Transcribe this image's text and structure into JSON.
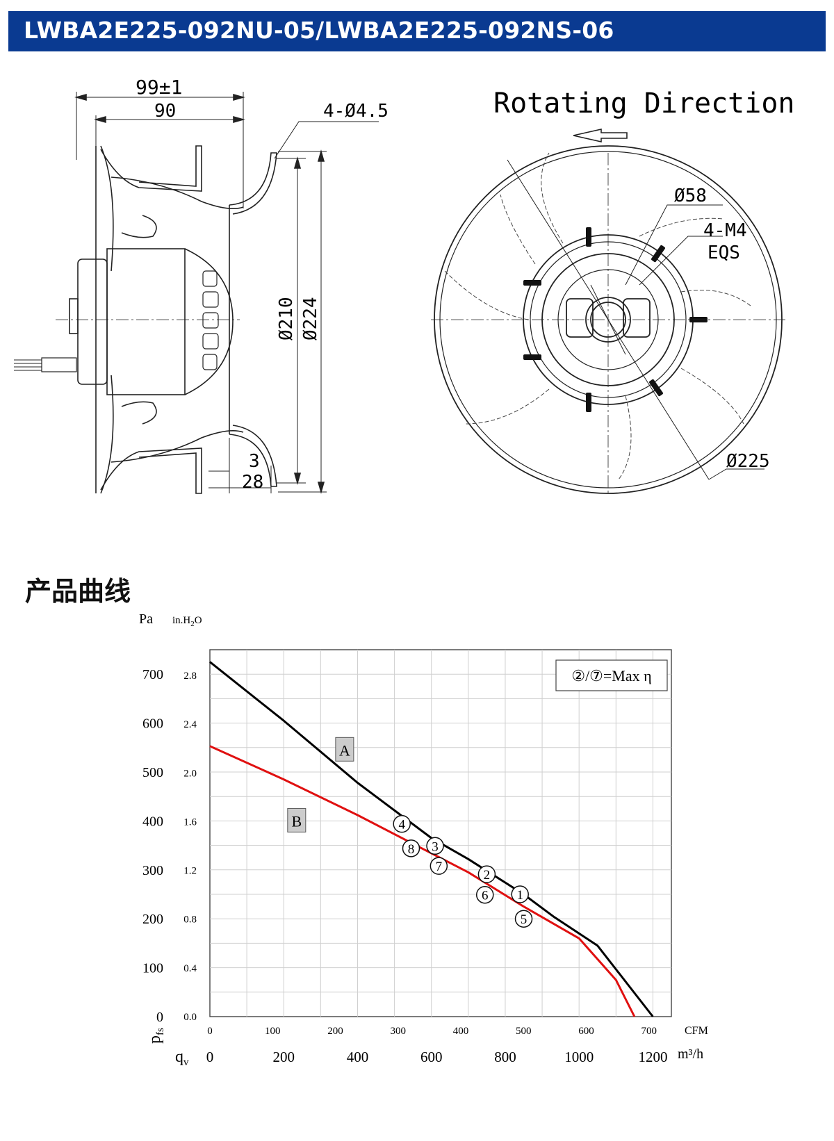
{
  "header": {
    "title": "LWBA2E225-092NU-05/LWBA2E225-092NS-06"
  },
  "drawing": {
    "side": {
      "dim_overall": "99±1",
      "dim_inner": "90",
      "dim_holes": "4-Ø4.5",
      "dim_d210": "Ø210",
      "dim_d224": "Ø224",
      "dim_3": "3",
      "dim_28": "28"
    },
    "front": {
      "rotating_direction": "Rotating Direction",
      "dim_d58": "Ø58",
      "dim_m4": "4-M4",
      "dim_eqs": "EQS",
      "dim_d225": "Ø225"
    }
  },
  "section": {
    "title": "产品曲线"
  },
  "chart_data": {
    "type": "line",
    "y_left_unit": "Pa",
    "y_right_unit": "in.H2O",
    "y_pa_ticks": [
      "0",
      "100",
      "200",
      "300",
      "400",
      "500",
      "600",
      "700"
    ],
    "y_inh2o_ticks": [
      "0.0",
      "0.4",
      "0.8",
      "1.2",
      "1.6",
      "2.0",
      "2.4",
      "2.8"
    ],
    "ylim_pa": [
      0,
      750
    ],
    "x_cfm_ticks": [
      "0",
      "100",
      "200",
      "300",
      "400",
      "500",
      "600",
      "700"
    ],
    "x_cfm_unit": "CFM",
    "x_m3h_ticks": [
      "0",
      "200",
      "400",
      "600",
      "800",
      "1000",
      "1200"
    ],
    "x_m3h_unit": "m³/h",
    "xlim_m3h": [
      0,
      1250
    ],
    "y_symbol": "p",
    "y_symbol_sub": "fs",
    "x_symbol": "q",
    "x_symbol_sub": "v",
    "legend_note": "②/⑦=Max η",
    "series": [
      {
        "name": "A",
        "color": "#000000",
        "x": [
          0,
          200,
          400,
          600,
          700,
          850,
          930,
          1050,
          1200
        ],
        "y": [
          725,
          605,
          478,
          365,
          322,
          250,
          205,
          145,
          0
        ]
      },
      {
        "name": "B",
        "color": "#e01010",
        "x": [
          0,
          200,
          400,
          600,
          700,
          850,
          1000,
          1100,
          1150
        ],
        "y": [
          553,
          485,
          412,
          334,
          295,
          225,
          160,
          75,
          0
        ]
      }
    ],
    "markers": [
      {
        "label": "1",
        "x": 840,
        "y": 250
      },
      {
        "label": "2",
        "x": 750,
        "y": 291
      },
      {
        "label": "3",
        "x": 610,
        "y": 349
      },
      {
        "label": "4",
        "x": 520,
        "y": 394
      },
      {
        "label": "5",
        "x": 850,
        "y": 200
      },
      {
        "label": "6",
        "x": 745,
        "y": 249
      },
      {
        "label": "7",
        "x": 620,
        "y": 308
      },
      {
        "label": "8",
        "x": 545,
        "y": 344
      }
    ],
    "curve_labels": [
      {
        "name": "A",
        "x": 365,
        "y": 545
      },
      {
        "name": "B",
        "x": 235,
        "y": 400
      }
    ]
  }
}
